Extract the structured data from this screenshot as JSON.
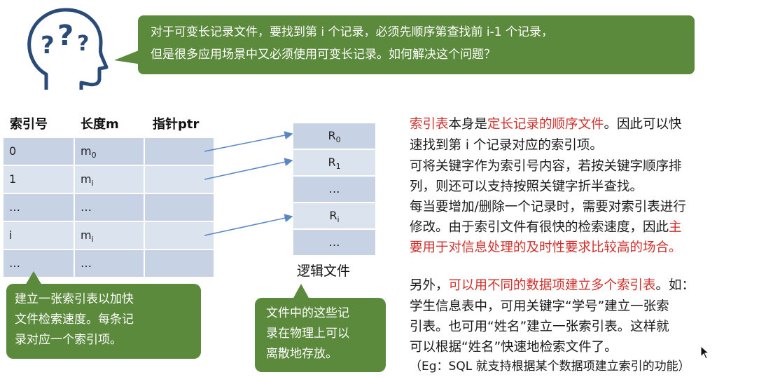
{
  "question_bubble": {
    "line1": "对于可变长记录文件，要找到第 i 个记录，必须先顺序第查找前 i-1 个记录，",
    "line2": "但是很多应用场景中又必须使用可变长记录。如何解决这个问题？"
  },
  "head_icon": {
    "name": "thinking-head-icon",
    "glyph": "???"
  },
  "index_table": {
    "headers": [
      "索引号",
      "长度m",
      "指针ptr"
    ],
    "rows": [
      {
        "index": "0",
        "length": "m",
        "sub": "0"
      },
      {
        "index": "1",
        "length": "m",
        "sub": "i"
      },
      {
        "index": "…",
        "length": "…",
        "sub": ""
      },
      {
        "index": "i",
        "length": "m",
        "sub": "i"
      },
      {
        "index": "…",
        "length": "…",
        "sub": ""
      }
    ]
  },
  "logical_file": {
    "records": [
      {
        "main": "R",
        "sub": "0"
      },
      {
        "main": "R",
        "sub": "1"
      },
      {
        "main": "…",
        "sub": ""
      },
      {
        "main": "R",
        "sub": "i"
      },
      {
        "main": "…",
        "sub": ""
      }
    ],
    "label": "逻辑文件"
  },
  "note_left": {
    "line1": "建立一张索引表以加快",
    "line2": "文件检索速度。每条记",
    "line3": "录对应一个索引项。"
  },
  "note_middle": {
    "line1": "文件中的这些记",
    "line2": "录在物理上可以",
    "line3": "离散地存放。"
  },
  "right_text": {
    "p1_a": "索引表",
    "p1_b": "本身是",
    "p1_c": "定长记录的顺序文件",
    "p1_d": "。因此可以快",
    "p1_line2": "速找到第 i 个记录对应的索引项。",
    "p2_line1": "可将关键字作为索引号内容，若按关键字顺序排",
    "p2_line2": "列，则还可以支持按照关键字折半查找。",
    "p3_line1": "每当要增加/删除一个记录时，需要对索引表进行",
    "p3_line2_a": "修改。由于索引文件有很快的检索速度，因此",
    "p3_line2_b": "主",
    "p3_line3": "要用于对信息处理的及时性要求比较高的场合。",
    "p4_line1_a": "另外，",
    "p4_line1_b": "可以用不同的数据项建立多个索引表",
    "p4_line1_c": "。如：",
    "p4_line2": "学生信息表中，可用关键字“学号”建立一张索",
    "p4_line3": "引表。也可用“姓名”建立一张索引表。这样就",
    "p4_line4": "可以根据“姓名”快速地检索文件了。",
    "p4_line5": "（Eg：SQL 就支持根据某个数据项建立索引的功能）"
  },
  "colors": {
    "bubble_green": "#5b8a3c",
    "highlight_red": "#d0312d",
    "table_blue": "#c7d3e5"
  }
}
